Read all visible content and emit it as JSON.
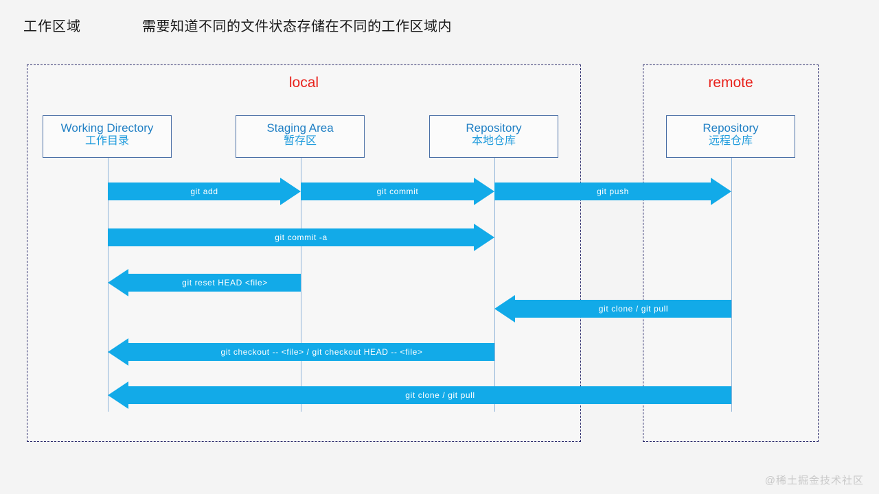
{
  "header": {
    "title": "工作区域",
    "subtitle": "需要知道不同的文件状态存储在不同的工作区域内"
  },
  "groups": [
    {
      "id": "local",
      "label": "local",
      "label_color": "#e8221c"
    },
    {
      "id": "remote",
      "label": "remote",
      "label_color": "#e8221c"
    }
  ],
  "nodes": [
    {
      "id": "working-directory",
      "en": "Working Directory",
      "cn": "工作目录"
    },
    {
      "id": "staging-area",
      "en": "Staging Area",
      "cn": "暂存区"
    },
    {
      "id": "local-repository",
      "en": "Repository",
      "cn": "本地仓库"
    },
    {
      "id": "remote-repository",
      "en": "Repository",
      "cn": "远程仓库"
    }
  ],
  "messages": [
    {
      "id": "git-add",
      "label": "git  add",
      "direction": "right"
    },
    {
      "id": "git-commit",
      "label": "git  commit",
      "direction": "right"
    },
    {
      "id": "git-push",
      "label": "git  push",
      "direction": "right"
    },
    {
      "id": "git-commit-a",
      "label": "git  commit  -a",
      "direction": "right"
    },
    {
      "id": "git-reset-head",
      "label": "git  reset  HEAD  <file>",
      "direction": "left"
    },
    {
      "id": "git-clone-pull-repo",
      "label": "git  clone / git  pull",
      "direction": "left"
    },
    {
      "id": "git-checkout",
      "label": "git  checkout  -- <file> / git checkout HEAD -- <file>",
      "direction": "left"
    },
    {
      "id": "git-clone-pull-wd",
      "label": "git  clone / git  pull",
      "direction": "left"
    }
  ],
  "colors": {
    "arrow_fill": "#12aae8",
    "node_text": "#1f8ad6",
    "node_border": "#4a6fa5",
    "lifeline": "#8fb4d9",
    "group_border": "#2b2b6b",
    "background": "#f4f4f4"
  },
  "watermark": "@稀土掘金技术社区"
}
